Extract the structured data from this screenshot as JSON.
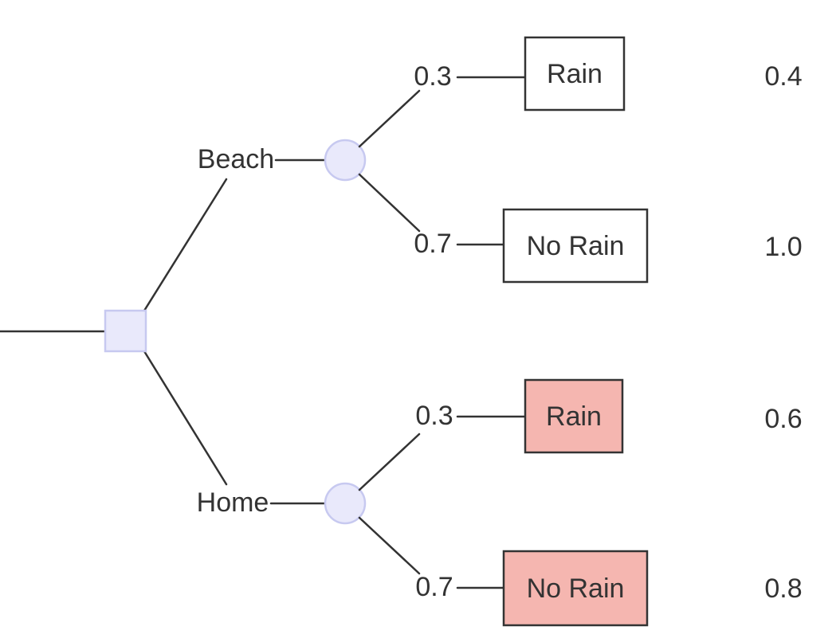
{
  "colors": {
    "background": "#ffffff",
    "line": "#333333",
    "text": "#333333",
    "node_fill": "#e9e9fb",
    "node_border": "#c7c9f0",
    "outcome_fill": "#ffffff",
    "outcome_border": "#333333",
    "highlight_fill": "#f5b6b0"
  },
  "diagram": {
    "type": "decision-tree",
    "root_node": "decision-square",
    "branches": [
      {
        "label": "Beach",
        "outcomes": [
          {
            "probability": "0.3",
            "label": "Rain",
            "value": "0.4",
            "highlighted": false
          },
          {
            "probability": "0.7",
            "label": "No Rain",
            "value": "1.0",
            "highlighted": false
          }
        ]
      },
      {
        "label": "Home",
        "outcomes": [
          {
            "probability": "0.3",
            "label": "Rain",
            "value": "0.6",
            "highlighted": true
          },
          {
            "probability": "0.7",
            "label": "No Rain",
            "value": "0.8",
            "highlighted": true
          }
        ]
      }
    ]
  }
}
